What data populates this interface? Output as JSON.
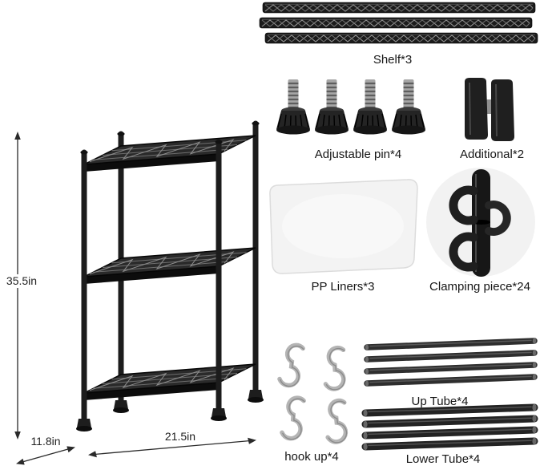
{
  "colors": {
    "part_black": "#1b1b1b",
    "metal_gray": "#a8a8a8",
    "background": "#ffffff"
  },
  "dimensions": {
    "height_label": "35.5in",
    "depth_label": "11.8in",
    "width_label": "21.5in"
  },
  "parts": {
    "shelf_label": "Shelf*3",
    "adjustable_pin_label": "Adjustable pin*4",
    "additional_label": "Additional*2",
    "pp_liners_label": "PP Liners*3",
    "clamping_piece_label": "Clamping piece*24",
    "hook_up_label": "hook up*4",
    "up_tube_label": "Up Tube*4",
    "lower_tube_label": "Lower Tube*4"
  }
}
